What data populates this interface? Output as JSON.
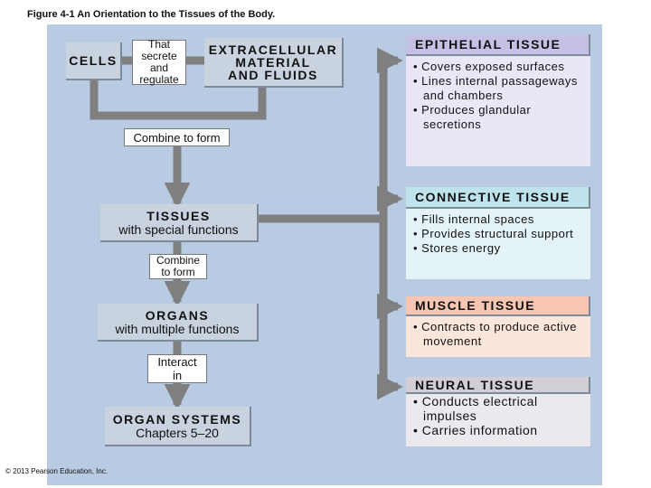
{
  "figure_title": "Figure 4-1 An Orientation to the Tissues of the Body.",
  "left": {
    "cells": "CELLS",
    "secrete_label": [
      "That",
      "secrete",
      "and",
      "regulate"
    ],
    "extracellular": [
      "EXTRACELLULAR",
      "MATERIAL",
      "AND FLUIDS"
    ],
    "combine_label": "Combine to form",
    "tissues_title": "TISSUES",
    "tissues_sub": "with special functions",
    "combine2_label": [
      "Combine",
      "to form"
    ],
    "organs_title": "ORGANS",
    "organs_sub": "with multiple functions",
    "interact_label": [
      "Interact",
      "in"
    ],
    "systems_title": "ORGAN SYSTEMS",
    "systems_sub": "Chapters 5–20"
  },
  "tissues": [
    {
      "name": "EPITHELIAL TISSUE",
      "items": [
        "Covers exposed surfaces",
        "Lines internal passageways and chambers",
        "Produces glandular secretions"
      ],
      "header_color": "#c6c0e4",
      "body_color": "#ebe6f5"
    },
    {
      "name": "CONNECTIVE TISSUE",
      "items": [
        "Fills internal spaces",
        "Provides structural support",
        "Stores energy"
      ],
      "header_color": "#bfe3ec",
      "body_color": "#e4f3f7"
    },
    {
      "name": "MUSCLE TISSUE",
      "items": [
        "Contracts to produce active movement"
      ],
      "header_color": "#f6c6b3",
      "body_color": "#fbe6dc"
    },
    {
      "name": "NEURAL TISSUE",
      "items": [
        "Conducts electrical impulses",
        "Carries information"
      ],
      "header_color": "#d2ced6",
      "body_color": "#ece9ee"
    }
  ],
  "copyright": "© 2013 Pearson Education, Inc."
}
